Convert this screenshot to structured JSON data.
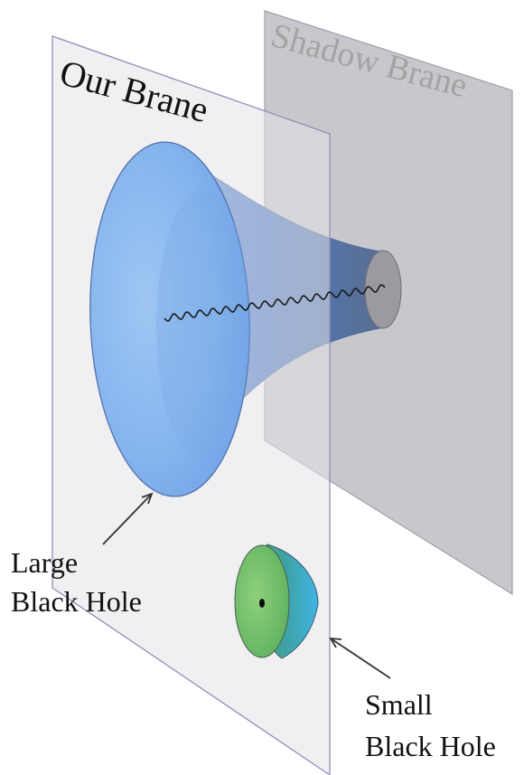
{
  "labels": {
    "our_brane": "Our Brane",
    "shadow_brane": "Shadow Brane",
    "large_black_hole": [
      "Large",
      "Black Hole"
    ],
    "small_black_hole": [
      "Small",
      "Black Hole"
    ]
  },
  "colors": {
    "plane_fill": "#e6e6ea",
    "plane_edge": "#8f8fb8",
    "shadow_plane_fill": "#c4c4c8",
    "large_bh": "#6fa8ef",
    "small_bh": "#5cb06a",
    "text": "#111111",
    "shadow_text": "#a0a0a0"
  }
}
